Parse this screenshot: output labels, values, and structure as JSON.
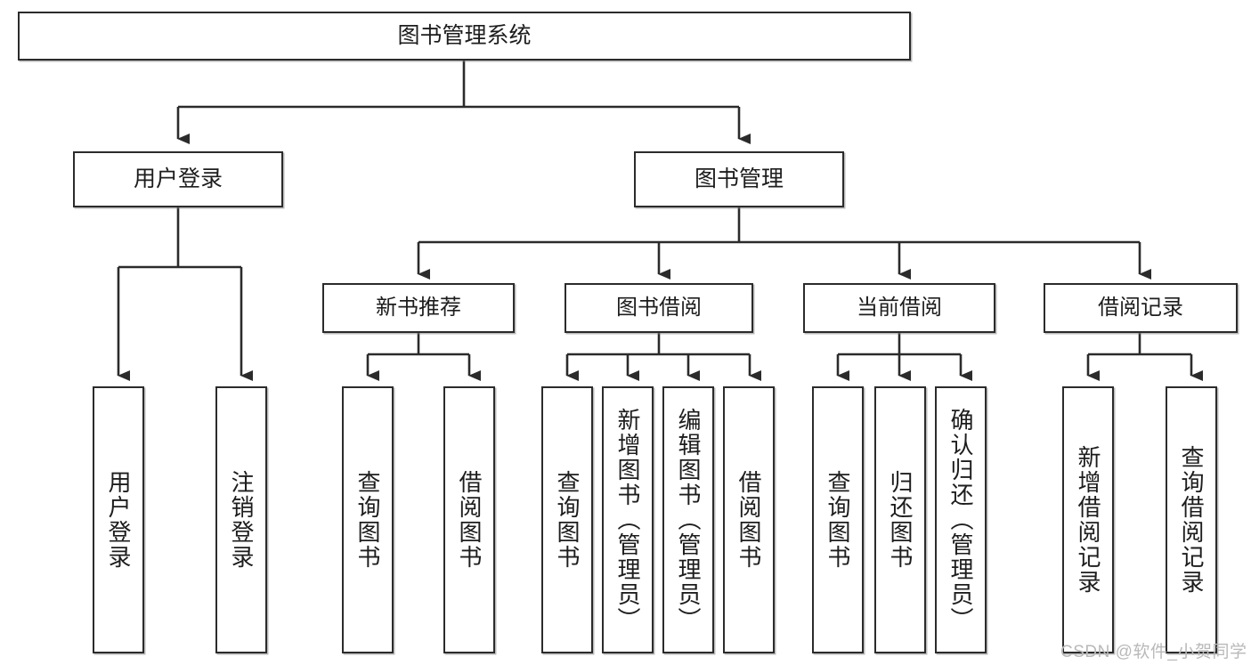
{
  "diagram": {
    "title": "图书管理系统",
    "type": "tree-hierarchy-diagram",
    "colors": {
      "box_border": "#2b2b2b",
      "box_fill": "#ffffff",
      "connector": "#2b2b2b",
      "text": "#1d1d1d",
      "watermark": "#b9b9b9",
      "background": "#ffffff"
    },
    "root": {
      "label": "图书管理系统"
    },
    "level1": [
      {
        "label": "用户登录"
      },
      {
        "label": "图书管理"
      }
    ],
    "level2": [
      {
        "label": "新书推荐"
      },
      {
        "label": "图书借阅"
      },
      {
        "label": "当前借阅"
      },
      {
        "label": "借阅记录"
      }
    ],
    "leaves": {
      "user_login": [
        {
          "label": "用户登录"
        },
        {
          "label": "注销登录"
        }
      ],
      "new_book_recommend": [
        {
          "label": "查询图书"
        },
        {
          "label": "借阅图书"
        }
      ],
      "book_borrow": [
        {
          "label": "查询图书"
        },
        {
          "label": "新增图书（管理员）"
        },
        {
          "label": "编辑图书（管理员）"
        },
        {
          "label": "借阅图书"
        }
      ],
      "current_borrow": [
        {
          "label": "查询图书"
        },
        {
          "label": "归还图书"
        },
        {
          "label": "确认归还（管理员）"
        }
      ],
      "borrow_record": [
        {
          "label": "新增借阅记录"
        },
        {
          "label": "查询借阅记录"
        }
      ]
    }
  },
  "watermark": {
    "text": "CSDN @软件_小贺同学"
  }
}
